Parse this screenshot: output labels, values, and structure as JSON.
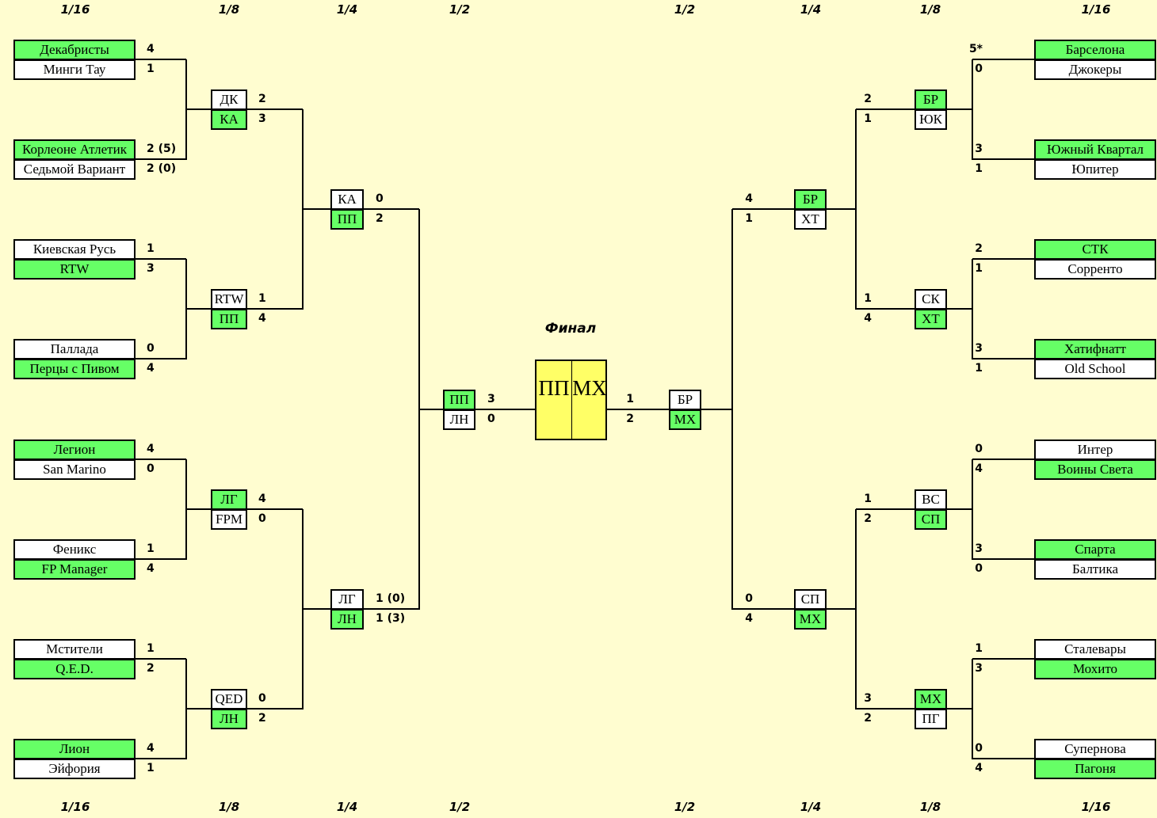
{
  "round_labels": {
    "left": [
      "1/16",
      "1/8",
      "1/4",
      "1/2"
    ],
    "right": [
      "1/2",
      "1/4",
      "1/8",
      "1/16"
    ]
  },
  "final": {
    "title": "Финал",
    "left": "ПП",
    "right": "МХ"
  },
  "colors": {
    "background": "#fffdd0",
    "winner": "#66ff66",
    "loser": "#ffffff",
    "final": "#ffff66"
  },
  "left": {
    "r16": [
      {
        "top": "Декабристы",
        "top_score": "4",
        "bottom": "Минги Тау",
        "bottom_score": "1",
        "winner": "top"
      },
      {
        "top": "Корлеоне Атлетик",
        "top_score": "2 (5)",
        "bottom": "Седьмой Вариант",
        "bottom_score": "2 (0)",
        "winner": "top"
      },
      {
        "top": "Киевская Русь",
        "top_score": "1",
        "bottom": "RTW",
        "bottom_score": "3",
        "winner": "bottom"
      },
      {
        "top": "Паллада",
        "top_score": "0",
        "bottom": "Перцы с Пивом",
        "bottom_score": "4",
        "winner": "bottom"
      },
      {
        "top": "Легион",
        "top_score": "4",
        "bottom": "San Marino",
        "bottom_score": "0",
        "winner": "top"
      },
      {
        "top": "Феникс",
        "top_score": "1",
        "bottom": "FP Manager",
        "bottom_score": "4",
        "winner": "bottom"
      },
      {
        "top": "Мстители",
        "top_score": "1",
        "bottom": "Q.E.D.",
        "bottom_score": "2",
        "winner": "bottom"
      },
      {
        "top": "Лион",
        "top_score": "4",
        "bottom": "Эйфория",
        "bottom_score": "1",
        "winner": "top"
      }
    ],
    "r8": [
      {
        "top": "ДК",
        "top_score": "2",
        "bottom": "КА",
        "bottom_score": "3",
        "winner": "bottom"
      },
      {
        "top": "RTW",
        "top_score": "1",
        "bottom": "ПП",
        "bottom_score": "4",
        "winner": "bottom"
      },
      {
        "top": "ЛГ",
        "top_score": "4",
        "bottom": "FPM",
        "bottom_score": "0",
        "winner": "top"
      },
      {
        "top": "QED",
        "top_score": "0",
        "bottom": "ЛН",
        "bottom_score": "2",
        "winner": "bottom"
      }
    ],
    "r4": [
      {
        "top": "КА",
        "top_score": "0",
        "bottom": "ПП",
        "bottom_score": "2",
        "winner": "bottom"
      },
      {
        "top": "ЛГ",
        "top_score": "1 (0)",
        "bottom": "ЛН",
        "bottom_score": "1 (3)",
        "winner": "bottom"
      }
    ],
    "r2": [
      {
        "top": "ПП",
        "top_score": "3",
        "bottom": "ЛН",
        "bottom_score": "0",
        "winner": "top"
      }
    ]
  },
  "right": {
    "r16": [
      {
        "top": "Барселона",
        "top_score": "5*",
        "bottom": "Джокеры",
        "bottom_score": "0",
        "winner": "top"
      },
      {
        "top": "Южный Квартал",
        "top_score": "3",
        "bottom": "Юпитер",
        "bottom_score": "1",
        "winner": "top"
      },
      {
        "top": "СТК",
        "top_score": "2",
        "bottom": "Сорренто",
        "bottom_score": "1",
        "winner": "top"
      },
      {
        "top": "Хатифнатт",
        "top_score": "3",
        "bottom": "Old School",
        "bottom_score": "1",
        "winner": "top"
      },
      {
        "top": "Интер",
        "top_score": "0",
        "bottom": "Воины Света",
        "bottom_score": "4",
        "winner": "bottom"
      },
      {
        "top": "Спарта",
        "top_score": "3",
        "bottom": "Балтика",
        "bottom_score": "0",
        "winner": "top"
      },
      {
        "top": "Сталевары",
        "top_score": "1",
        "bottom": "Мохито",
        "bottom_score": "3",
        "winner": "bottom"
      },
      {
        "top": "Супернова",
        "top_score": "0",
        "bottom": "Пагоня",
        "bottom_score": "4",
        "winner": "bottom"
      }
    ],
    "r8": [
      {
        "top": "БР",
        "top_score": "2",
        "bottom": "ЮК",
        "bottom_score": "1",
        "winner": "top"
      },
      {
        "top": "СК",
        "top_score": "1",
        "bottom": "ХТ",
        "bottom_score": "4",
        "winner": "bottom"
      },
      {
        "top": "ВС",
        "top_score": "1",
        "bottom": "СП",
        "bottom_score": "2",
        "winner": "bottom"
      },
      {
        "top": "МХ",
        "top_score": "3",
        "bottom": "ПГ",
        "bottom_score": "2",
        "winner": "top"
      }
    ],
    "r4": [
      {
        "top": "БР",
        "top_score": "4",
        "bottom": "ХТ",
        "bottom_score": "1",
        "winner": "top"
      },
      {
        "top": "СП",
        "top_score": "0",
        "bottom": "МХ",
        "bottom_score": "4",
        "winner": "bottom"
      }
    ],
    "r2": [
      {
        "top": "БР",
        "top_score": "1",
        "bottom": "МХ",
        "bottom_score": "2",
        "winner": "bottom"
      }
    ]
  }
}
